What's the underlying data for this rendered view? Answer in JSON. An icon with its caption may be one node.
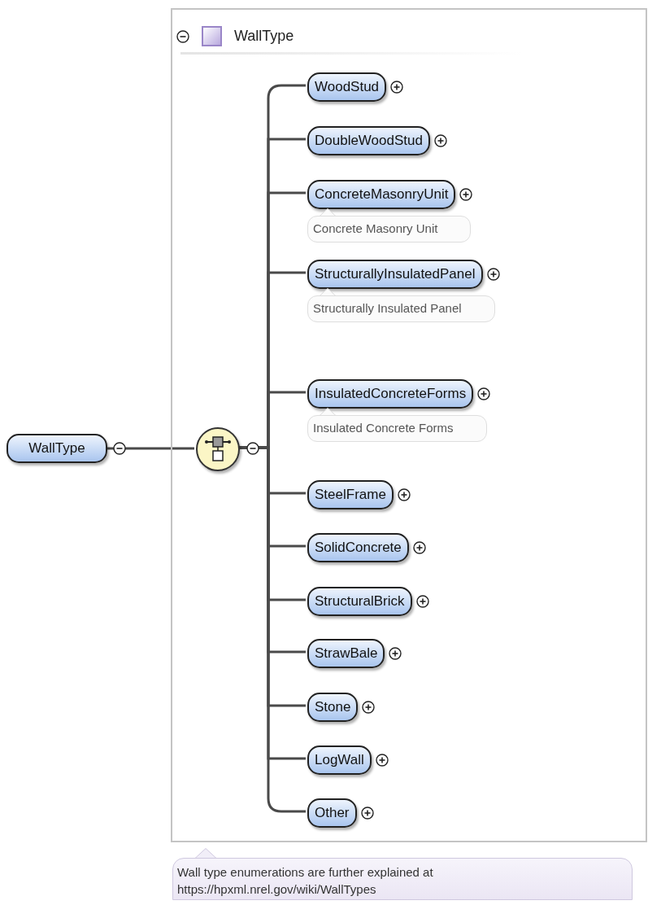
{
  "diagram": {
    "nodes": [
      {
        "text": [
          "WallType"
        ]
      },
      {
        "text": [
          "WallType"
        ],
        "beside": [
          "Wall type enumerations are further explained at https://hpxml.nrel.gov/wiki/WallTypes"
        ]
      },
      {
        "text": [],
        "shape": "circle",
        "in": 1
      },
      {
        "text": [
          "WoodStud"
        ],
        "in": 1
      },
      {
        "text": [
          "DoubleWoodStud"
        ],
        "in": 1
      },
      {
        "text": [
          "ConcreteMasonryUnit"
        ],
        "in": 1,
        "beside": [
          "Concrete Masonry Unit"
        ]
      },
      {
        "text": [
          "StructurallyInsulatedPanel"
        ],
        "in": 1,
        "beside": [
          "Structurally Insulated Panel"
        ]
      },
      {
        "text": [
          "InsulatedConcreteForms"
        ],
        "in": 1,
        "beside": [
          "Insulated Concrete Forms"
        ]
      },
      {
        "text": [
          "SteelFrame"
        ],
        "in": 1
      },
      {
        "text": [
          "SolidConcrete"
        ],
        "in": 1
      },
      {
        "text": [
          "StructuralBrick"
        ],
        "in": 1
      },
      {
        "text": [
          "StrawBale"
        ],
        "in": 1
      },
      {
        "text": [
          "Stone"
        ],
        "in": 1
      },
      {
        "text": [
          "LogWall"
        ],
        "in": 1
      },
      {
        "text": [
          "Other"
        ],
        "in": 1
      }
    ],
    "edges": [
      {
        "from": 0,
        "to": 2,
        "arrow": "none"
      },
      {
        "from": 2,
        "to": 3,
        "arrow": "none"
      },
      {
        "from": 2,
        "to": 4,
        "arrow": "none"
      },
      {
        "from": 2,
        "to": 5,
        "arrow": "none"
      },
      {
        "from": 2,
        "to": 6,
        "arrow": "none"
      },
      {
        "from": 2,
        "to": 7,
        "arrow": "none"
      },
      {
        "from": 2,
        "to": 8,
        "arrow": "none"
      },
      {
        "from": 2,
        "to": 9,
        "arrow": "none"
      },
      {
        "from": 2,
        "to": 10,
        "arrow": "none"
      },
      {
        "from": 2,
        "to": 11,
        "arrow": "none"
      },
      {
        "from": 2,
        "to": 12,
        "arrow": "none"
      },
      {
        "from": 2,
        "to": 13,
        "arrow": "none"
      },
      {
        "from": 2,
        "to": 14,
        "arrow": "none"
      }
    ]
  }
}
